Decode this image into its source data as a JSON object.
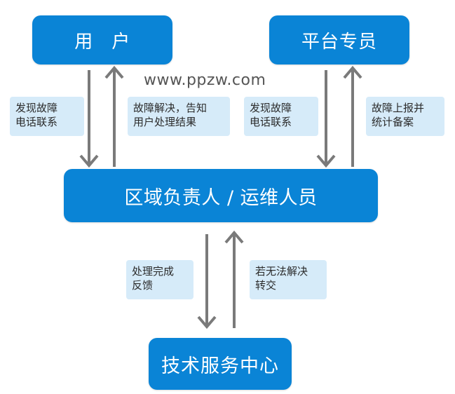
{
  "nodes": {
    "user": "用　户",
    "platform": "平台专员",
    "region": "区域负责人 / 运维人员",
    "tech": "技术服务中心"
  },
  "labels": {
    "user_report": "发现故障\n电话联系",
    "user_result": "故障解决，告知\n用户处理结果",
    "platform_report": "发现故障\n电话联系",
    "platform_file": "故障上报并\n统计备案",
    "feedback": "处理完成\n反馈",
    "escalate": "若无法解决\n转交"
  },
  "watermark": "www.ppzw.com",
  "colors": {
    "node_fill": "#0a84d6",
    "label_fill": "#d6ebf9",
    "arrow": "#7a7a7a"
  }
}
